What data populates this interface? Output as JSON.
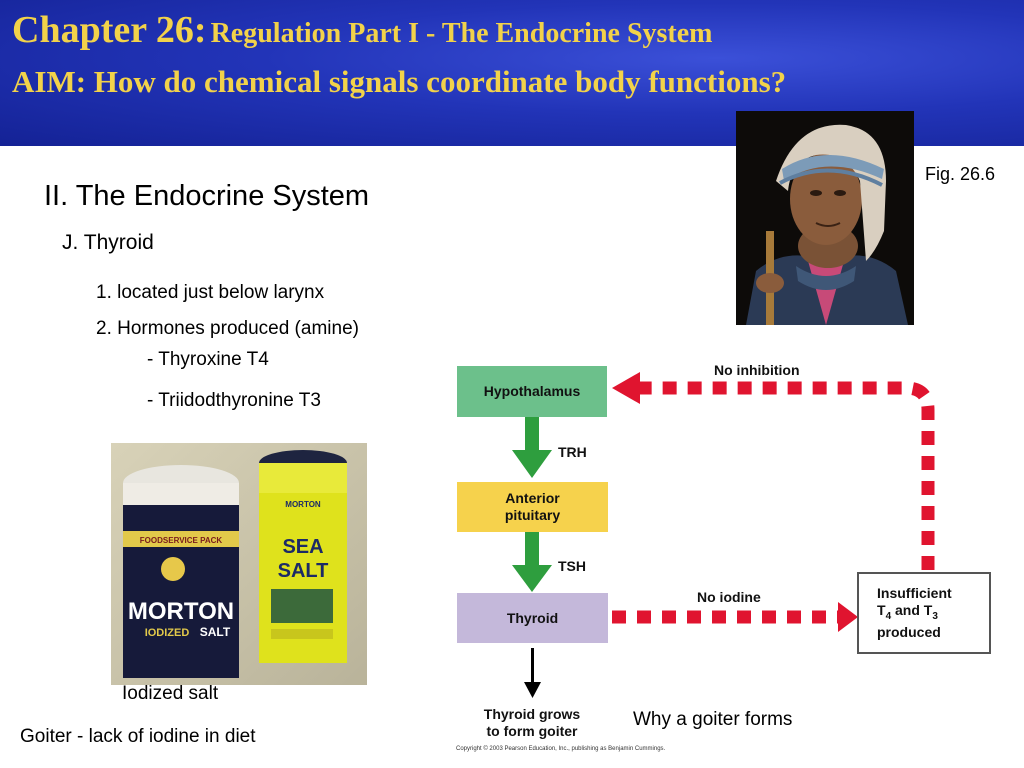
{
  "header": {
    "chapter": "Chapter 26:",
    "subtitle": "Regulation Part I - The Endocrine System",
    "aim": "AIM: How do chemical signals coordinate body functions?"
  },
  "outline": {
    "section": "II. The Endocrine System",
    "subsection": "J. Thyroid",
    "points": [
      "1. located just below larynx",
      "2. Hormones produced (amine)"
    ],
    "hormones": [
      "- Thyroxine T4",
      "- Triidodthyronine T3"
    ]
  },
  "figure_ref": "Fig. 26.6",
  "salt_photo": {
    "caption": "Iodized salt",
    "left_can": {
      "band": "FOODSERVICE PACK",
      "brand": "MORTON",
      "sub": "IODIZED",
      "word": "SALT"
    },
    "right_can": {
      "brand": "MORTON",
      "line1": "SEA",
      "line2": "SALT"
    }
  },
  "goiter_caption": "Goiter - lack of iodine in diet",
  "diagram": {
    "boxes": {
      "hypothalamus": "Hypothalamus",
      "anterior_pituitary": [
        "Anterior",
        "pituitary"
      ],
      "thyroid": "Thyroid",
      "insufficient": {
        "line1": "Insufficient",
        "t4": "T",
        "t4_sub": "4",
        "and": " and T",
        "t3_sub": "3",
        "line3": "produced"
      }
    },
    "labels": {
      "trh": "TRH",
      "tsh": "TSH",
      "no_iodine": "No iodine",
      "no_inhibition": "No inhibition"
    },
    "outcome": [
      "Thyroid grows",
      "to form goiter"
    ],
    "caption": "Why a goiter forms",
    "copyright": "Copyright © 2003 Pearson Education, Inc., publishing as Benjamin Cummings."
  },
  "colors": {
    "hypothalamus": "#6cc08b",
    "pituitary": "#f6d24c",
    "thyroid": "#c4b8da",
    "arrow_green": "#2e9e3e",
    "dash_red": "#e0142f",
    "header_text": "#f2d24a"
  }
}
